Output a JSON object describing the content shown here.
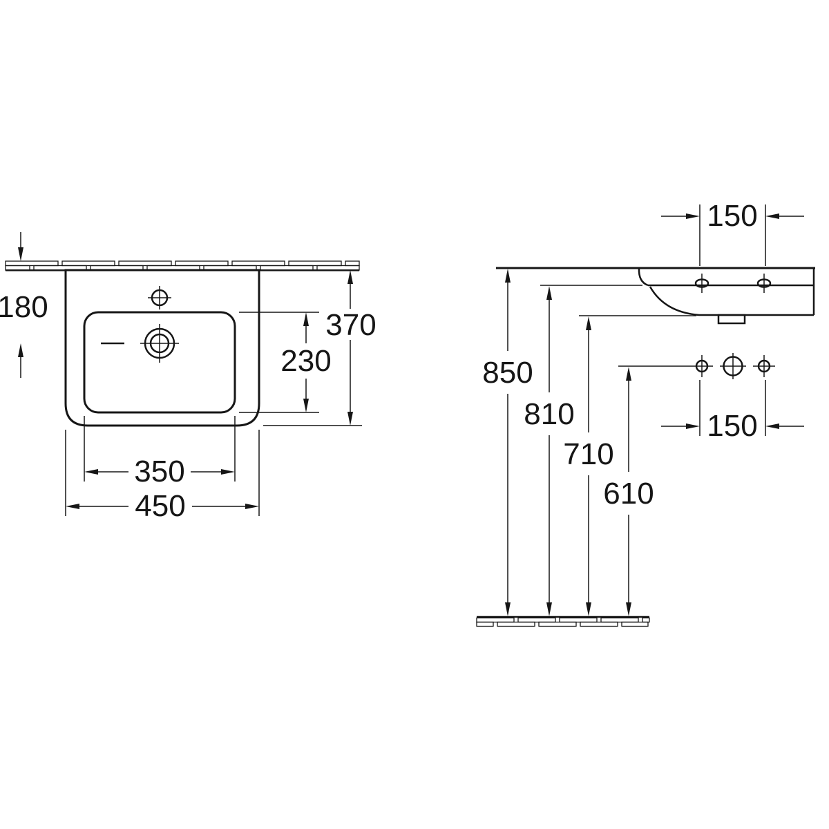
{
  "drawing": {
    "plan_view": {
      "dim_wall_to_drain": "180",
      "dim_depth_total": "370",
      "dim_bowl_depth": "230",
      "dim_bowl_width": "350",
      "dim_total_width": "450"
    },
    "elevation_view": {
      "dim_holes_spacing_top": "150",
      "dim_holes_spacing_bottom": "150",
      "dim_rim_height": "850",
      "dim_front_edge_height": "810",
      "dim_underside_height": "710",
      "dim_fixing_holes_height": "610"
    }
  }
}
